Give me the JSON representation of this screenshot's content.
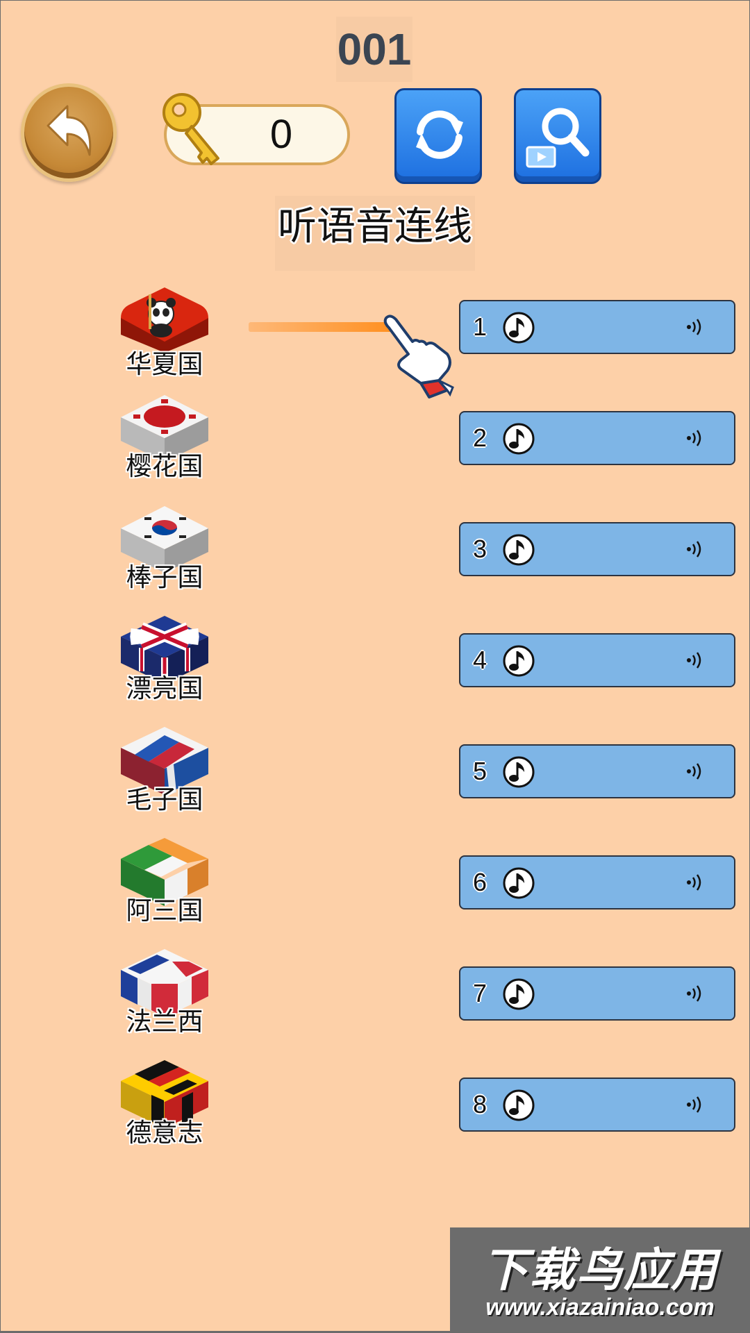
{
  "header": {
    "level": "001",
    "key_count": "0",
    "instruction": "听语音连线"
  },
  "countries": [
    {
      "name": "华夏国",
      "flag": "panda-flag-icon"
    },
    {
      "name": "樱花国",
      "flag": "japan-flag-icon"
    },
    {
      "name": "棒子国",
      "flag": "korea-flag-icon"
    },
    {
      "name": "漂亮国",
      "flag": "uk-flag-icon"
    },
    {
      "name": "毛子国",
      "flag": "russia-flag-icon"
    },
    {
      "name": "阿三国",
      "flag": "ireland-flag-icon"
    },
    {
      "name": "法兰西",
      "flag": "france-flag-icon"
    },
    {
      "name": "德意志",
      "flag": "germany-flag-icon"
    }
  ],
  "audio_buttons": [
    {
      "number": "1"
    },
    {
      "number": "2"
    },
    {
      "number": "3"
    },
    {
      "number": "4"
    },
    {
      "number": "5"
    },
    {
      "number": "6"
    },
    {
      "number": "7"
    },
    {
      "number": "8"
    }
  ],
  "icons": {
    "back": "back-arrow-icon",
    "key": "key-icon",
    "refresh": "refresh-icon",
    "hint": "magnifier-video-icon",
    "note": "music-note-icon",
    "speaker": "speaker-icon",
    "hand": "pointing-hand-icon"
  },
  "colors": {
    "background": "#fdd0a8",
    "audio_button": "#7eb5e6",
    "tool_button": "#2a86ee",
    "drag_line": "#ff8f1f"
  },
  "watermark": {
    "title": "下载鸟应用",
    "url": "www.xiazainiao.com"
  }
}
